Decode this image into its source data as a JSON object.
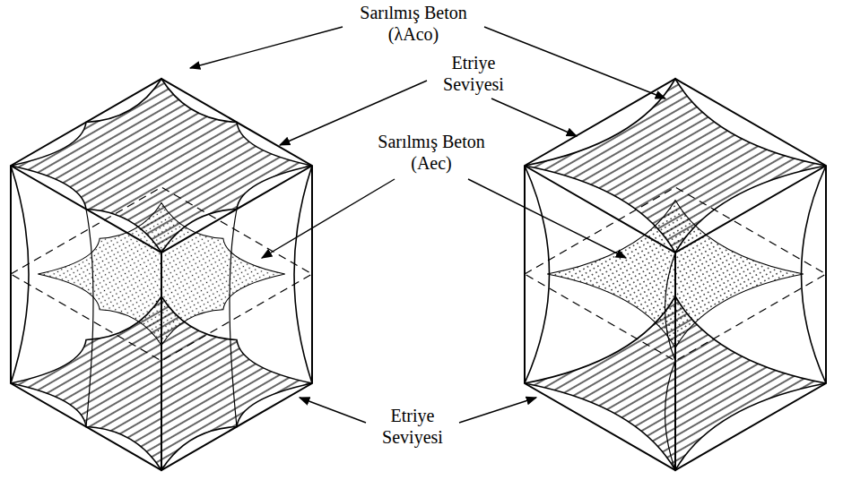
{
  "diagram": {
    "labels": [
      "Sarılmış Beton (λAco)",
      "Etriye Seviyesi",
      "Sarılmış Beton (Aec)",
      "Etriye Seviyesi"
    ]
  }
}
